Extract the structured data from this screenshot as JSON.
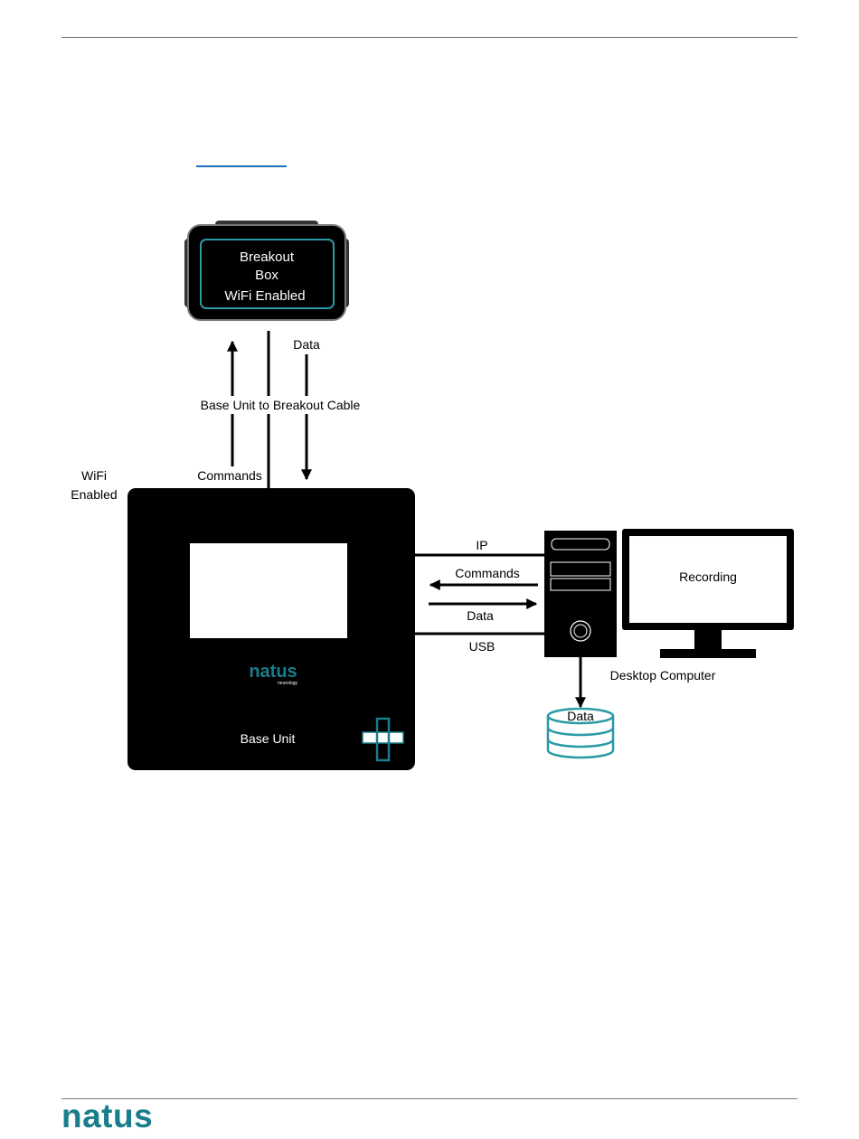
{
  "diagram": {
    "breakout": {
      "line1": "Breakout",
      "line2": "Box",
      "line3": "WiFi Enabled"
    },
    "labels": {
      "data_top": "Data",
      "cable": "Base Unit to Breakout Cable",
      "commands_top": "Commands",
      "wifi_line1": "WiFi",
      "wifi_line2": "Enabled",
      "ip": "IP",
      "commands_side": "Commands",
      "data_side": "Data",
      "usb": "USB",
      "desktop": "Desktop Computer",
      "database": "Data",
      "recording": "Recording"
    },
    "base_unit": {
      "label": "Base Unit",
      "logo": "natus",
      "logo_sub": "neurology"
    }
  },
  "footer": {
    "logo": "natus"
  },
  "colors": {
    "brand_teal": "#1a7d8c",
    "database_teal": "#2a9aa6"
  }
}
